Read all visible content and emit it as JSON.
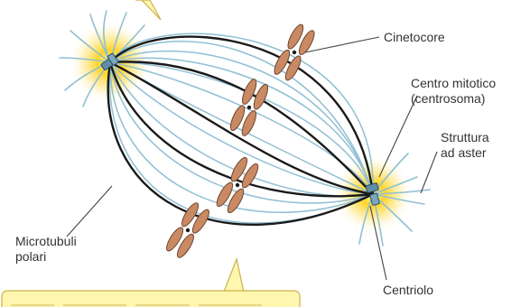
{
  "labels": {
    "kinetochore": "Cinetocore",
    "mitotic_center_line1": "Centro mitotico",
    "mitotic_center_line2": "(centrosoma)",
    "aster_line1": "Struttura",
    "aster_line2": "ad aster",
    "polar_microtubules_line1": "Microtubuli",
    "polar_microtubules_line2": "polari",
    "centriole": "Centriolo"
  },
  "colors": {
    "spindle_fiber": "#8fbfd3",
    "kinetochore_fiber": "#1a1a1a",
    "chromosome": "#c98a63",
    "chromosome_outline": "#6e4530",
    "centrosome_glow": "#ffd21a",
    "centriole": "#5f8ea5",
    "callout_fill": "#fff6b0",
    "callout_border": "#c9b24a",
    "label_text": "#333333"
  }
}
